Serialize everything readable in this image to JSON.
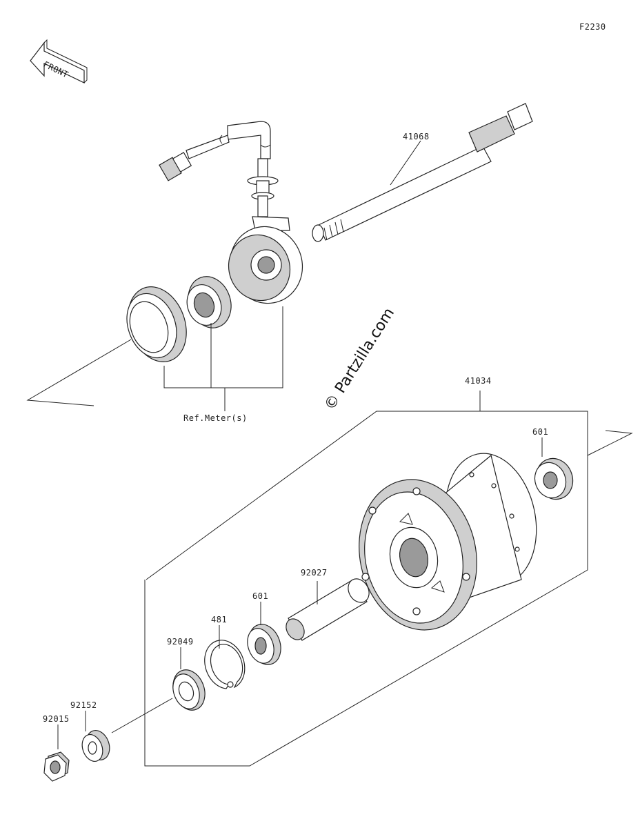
{
  "diagram_code": "F2230",
  "front_marker": "FRONT",
  "watermark": "© Partzilla.com",
  "ref_label": "Ref.Meter(s)",
  "parts": {
    "axle": "41068",
    "hub_assembly": "41034",
    "bearing_right": "601",
    "spacer": "92027",
    "bearing_left": "601",
    "circlip": "481",
    "seal": "92049",
    "collar": "92152",
    "nut": "92015"
  }
}
